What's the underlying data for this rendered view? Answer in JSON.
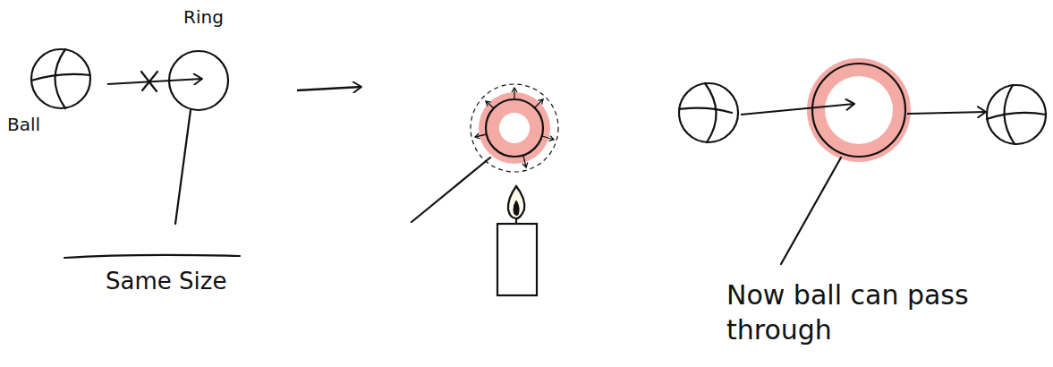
{
  "diagram": {
    "labels": [
      "Ring",
      "Ball",
      "Same Size",
      "Now ball can pass through"
    ]
  }
}
